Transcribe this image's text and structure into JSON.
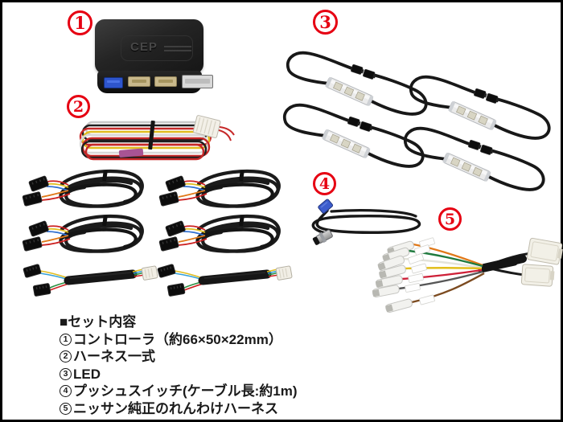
{
  "colors": {
    "marker-red": "#e60012",
    "background": "#ffffff",
    "frame-border": "#000000",
    "caption-text": "#1a1a1a"
  },
  "markers": [
    "1",
    "2",
    "3",
    "4",
    "5"
  ],
  "controller": {
    "logo": "CEP"
  },
  "caption": {
    "header": "■セット内容",
    "lines": [
      {
        "num": "1",
        "text": "コントローラ（約66×50×22mm）"
      },
      {
        "num": "2",
        "text": "ハーネス一式"
      },
      {
        "num": "3",
        "text": "LED"
      },
      {
        "num": "4",
        "text": "プッシュスイッチ(ケーブル長:約1m)"
      },
      {
        "num": "5",
        "text": "ニッサン純正のれんわけハーネス"
      }
    ]
  }
}
